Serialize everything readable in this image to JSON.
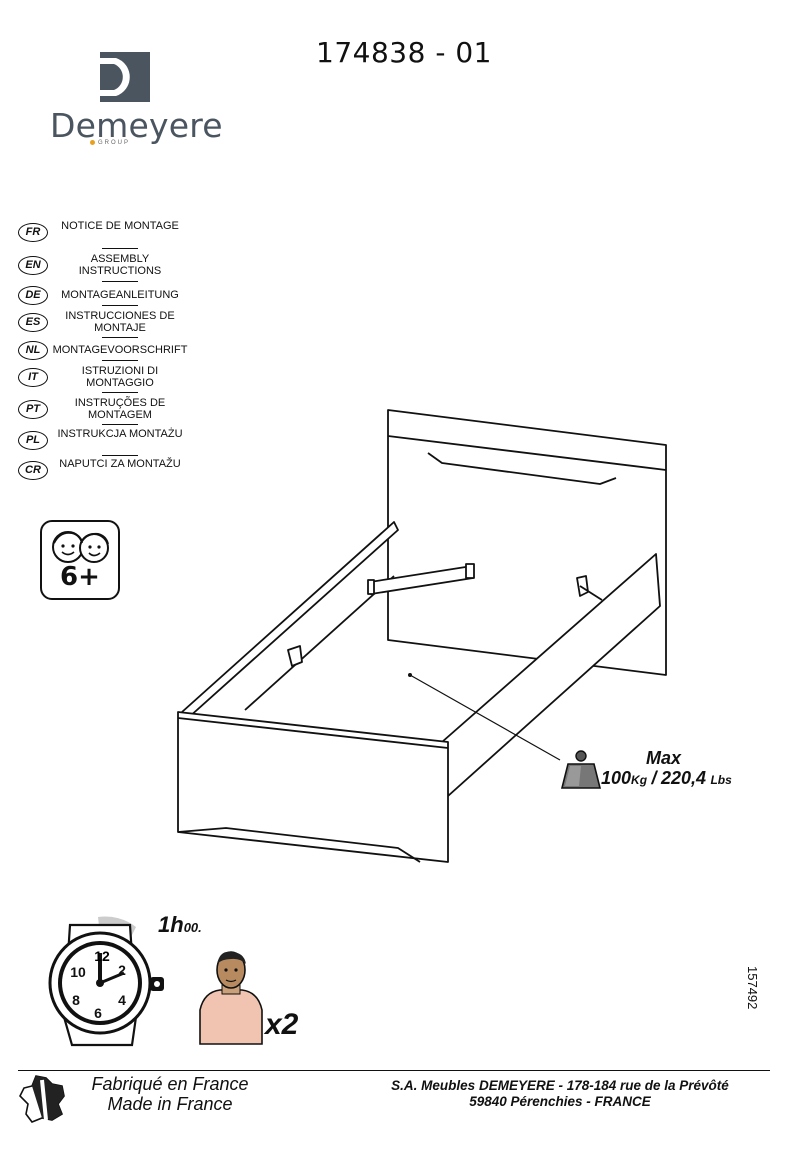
{
  "document": {
    "reference": "174838 - 01",
    "side_code": "157492"
  },
  "logo": {
    "name": "Demeyere",
    "subtitle": "GROUP",
    "brand_color": "#4a5560",
    "accent_color": "#e8a020"
  },
  "languages": [
    {
      "code": "FR",
      "text": "NOTICE DE MONTAGE"
    },
    {
      "code": "EN",
      "text": "ASSEMBLY INSTRUCTIONS"
    },
    {
      "code": "DE",
      "text": "MONTAGEANLEITUNG"
    },
    {
      "code": "ES",
      "text": "INSTRUCCIONES DE MONTAJE"
    },
    {
      "code": "NL",
      "text": "MONTAGEVOORSCHRIFT"
    },
    {
      "code": "IT",
      "text": "ISTRUZIONI DI MONTAGGIO"
    },
    {
      "code": "PT",
      "text": "INSTRUÇÕES DE MONTAGEM"
    },
    {
      "code": "PL",
      "text": "INSTRUKCJA MONTAŻU"
    },
    {
      "code": "CR",
      "text": "NAPUTCI ZA MONTAŽU"
    }
  ],
  "age_badge": {
    "label": "6+"
  },
  "max_load": {
    "label": "Max",
    "kg_value": "100",
    "kg_unit": "Kg",
    "separator": "/",
    "lbs_value": "220,4",
    "lbs_unit": "Lbs"
  },
  "assembly": {
    "duration_hours": "1h",
    "duration_minutes": "00.",
    "persons": "x2",
    "watch_numbers": [
      "10",
      "12",
      "2",
      "4",
      "6",
      "8"
    ]
  },
  "footer": {
    "made_fr": "Fabriqué en France",
    "made_en": "Made in France",
    "address_line1": "S.A. Meubles DEMEYERE - 178-184 rue de la Prévôté",
    "address_line2": "59840 Pérenchies - FRANCE"
  }
}
